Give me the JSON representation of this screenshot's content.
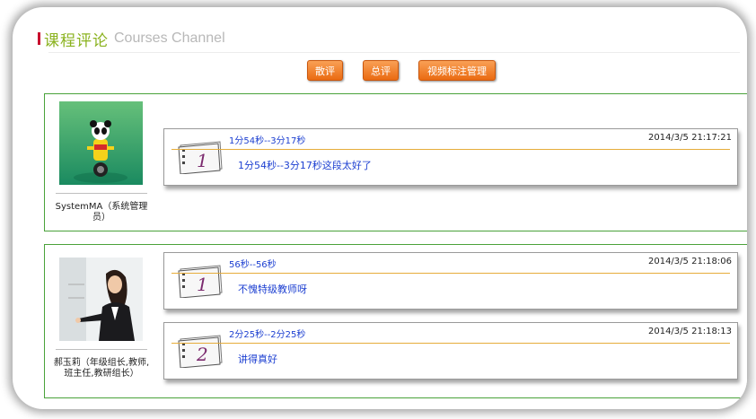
{
  "header": {
    "title_cn": "课程评论",
    "title_en": "Courses Channel"
  },
  "toolbar": {
    "btn_sanping": "散评",
    "btn_zongping": "总评",
    "btn_video_manage": "视频标注管理"
  },
  "comments": [
    {
      "user": "SystemMA（系统管理员）",
      "items": [
        {
          "number": "1",
          "time_range": "1分54秒--3分17秒",
          "datetime": "2014/3/5 21:17:21",
          "text": "1分54秒--3分17秒这段太好了"
        }
      ]
    },
    {
      "user": "郝玉莉（年级组长,教师,班主任,教研组长）",
      "items": [
        {
          "number": "1",
          "time_range": "56秒--56秒",
          "datetime": "2014/3/5 21:18:06",
          "text": "不愧特级教师呀"
        },
        {
          "number": "2",
          "time_range": "2分25秒--2分25秒",
          "datetime": "2014/3/5 21:18:13",
          "text": "讲得真好"
        }
      ]
    }
  ],
  "colors": {
    "accent_green": "#8ab21e",
    "border_green": "#4aa23a",
    "button_orange": "#ea6b12",
    "link_blue": "#1c3fd1",
    "divider_gold": "#e6ac3a"
  },
  "icons": {
    "note": "notepad-icon",
    "avatar1": "cartoon-avatar",
    "avatar2": "teacher-photo"
  }
}
